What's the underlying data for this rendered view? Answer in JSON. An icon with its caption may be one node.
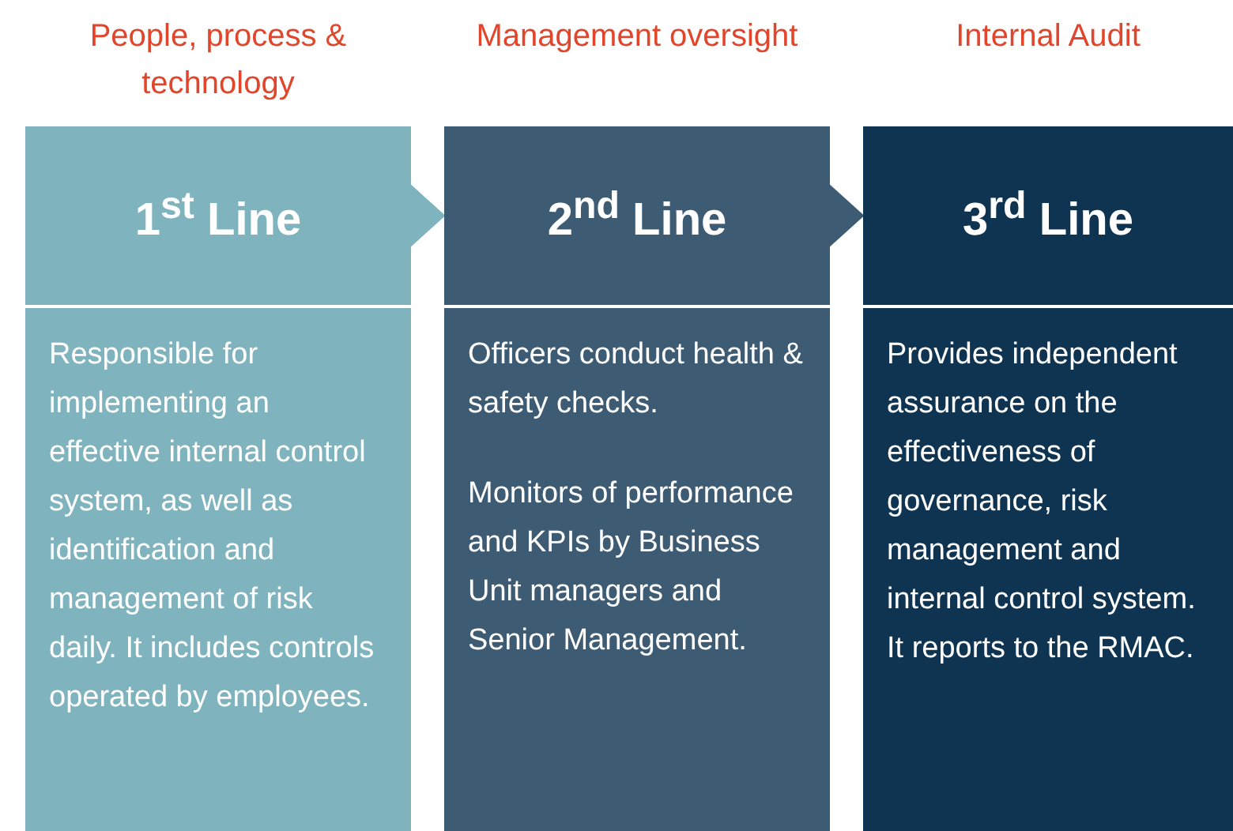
{
  "diagram": {
    "nodes": [
      {
        "text": [
          "1$^{st}$ Line"
        ],
        "beside": [
          "People, process & technology"
        ]
      },
      {
        "text": [
          "Responsible for implementing an effective internal control system, as well as identification and management of risk daily. It includes controls operated by employees."
        ]
      },
      {
        "text": [
          "2$^{nd}$ Line"
        ],
        "beside": [
          "Management oversight"
        ]
      },
      {
        "text": [
          "Officers conduct health & safety checks.",
          "Monitors of performance and KPIs by Business Unit managers and Senior Management."
        ]
      },
      {
        "text": [
          "3$^{rd}$ Line"
        ],
        "beside": [
          "Internal Audit"
        ]
      },
      {
        "text": [
          "Provides independent assurance on the effectiveness of governance, risk management and internal control system. It reports to the RMAC."
        ]
      }
    ],
    "edges": [
      {
        "from": 0,
        "to": 2,
        "arrow": "to"
      },
      {
        "from": 2,
        "to": 4,
        "arrow": "to"
      }
    ]
  }
}
